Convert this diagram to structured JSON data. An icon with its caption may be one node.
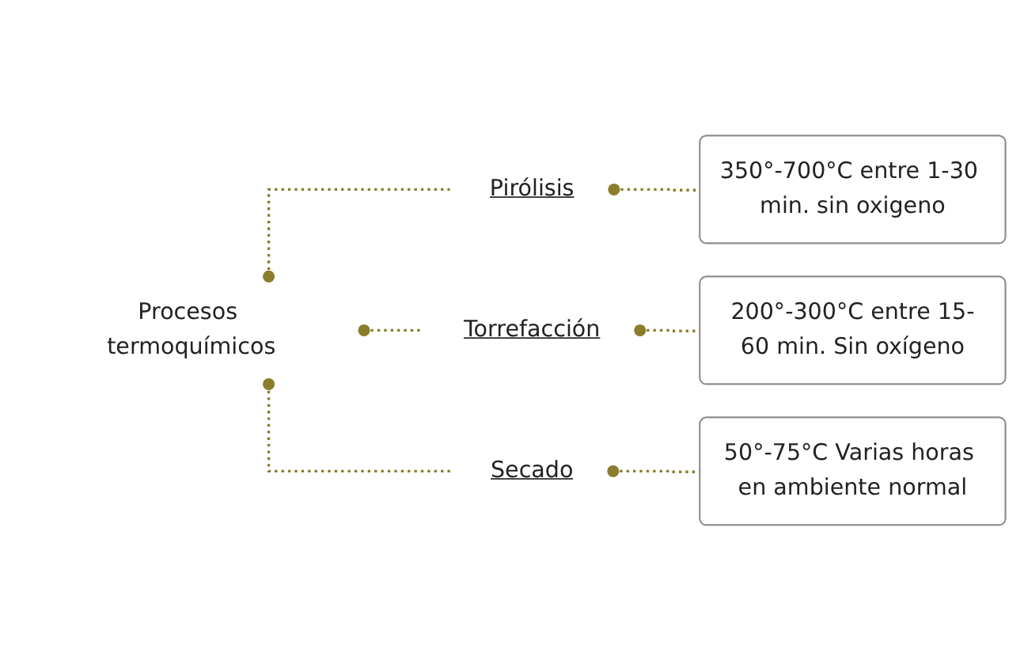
{
  "diagram": {
    "nodes": [
      {
        "text": [
          "Procesos termoquímicos"
        ]
      },
      {
        "text": [
          "Pirólisis"
        ]
      },
      {
        "text": [
          "Torrefacción"
        ]
      },
      {
        "text": [
          "Secado"
        ]
      },
      {
        "text": [
          "350°-700°C entre 1-30 min. sin oxigeno"
        ]
      },
      {
        "text": [
          "200°-300°C entre 15-60 min. Sin oxígeno"
        ]
      },
      {
        "text": [
          "50°-75°C Varias horas en ambiente normal"
        ]
      }
    ],
    "edges": [
      {
        "from": 0,
        "to": 1,
        "arrow": "other",
        "style": "dashed"
      },
      {
        "from": 0,
        "to": 2,
        "arrow": "other",
        "style": "dashed"
      },
      {
        "from": 0,
        "to": 3,
        "arrow": "other",
        "style": "dashed"
      },
      {
        "from": 1,
        "to": 4,
        "arrow": "other",
        "style": "dashed"
      },
      {
        "from": 2,
        "to": 5,
        "arrow": "other",
        "style": "dashed"
      },
      {
        "from": 3,
        "to": 6,
        "arrow": "other",
        "style": "dashed"
      }
    ]
  }
}
